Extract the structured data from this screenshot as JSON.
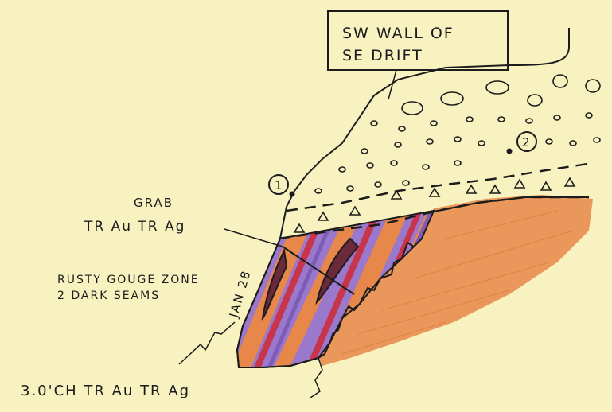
{
  "title_box": {
    "line1": "SW WALL OF",
    "line2": "SE DRIFT"
  },
  "markers": {
    "one": "1",
    "two": "2"
  },
  "labels": {
    "grab_title": "GRAB",
    "grab_assay": "TR Au TR Ag",
    "zone_line1": "RUSTY GOUGE ZONE",
    "zone_line2": "2 DARK SEAMS",
    "date": "JAN 28",
    "channel": "3.0'CH TR Au TR Ag"
  },
  "colors": {
    "paper": "#f7f2bf",
    "ink": "#1c1c1c",
    "orange": "#e8874a",
    "rust_red": "#c8344a",
    "purple": "#8f6fc6"
  }
}
